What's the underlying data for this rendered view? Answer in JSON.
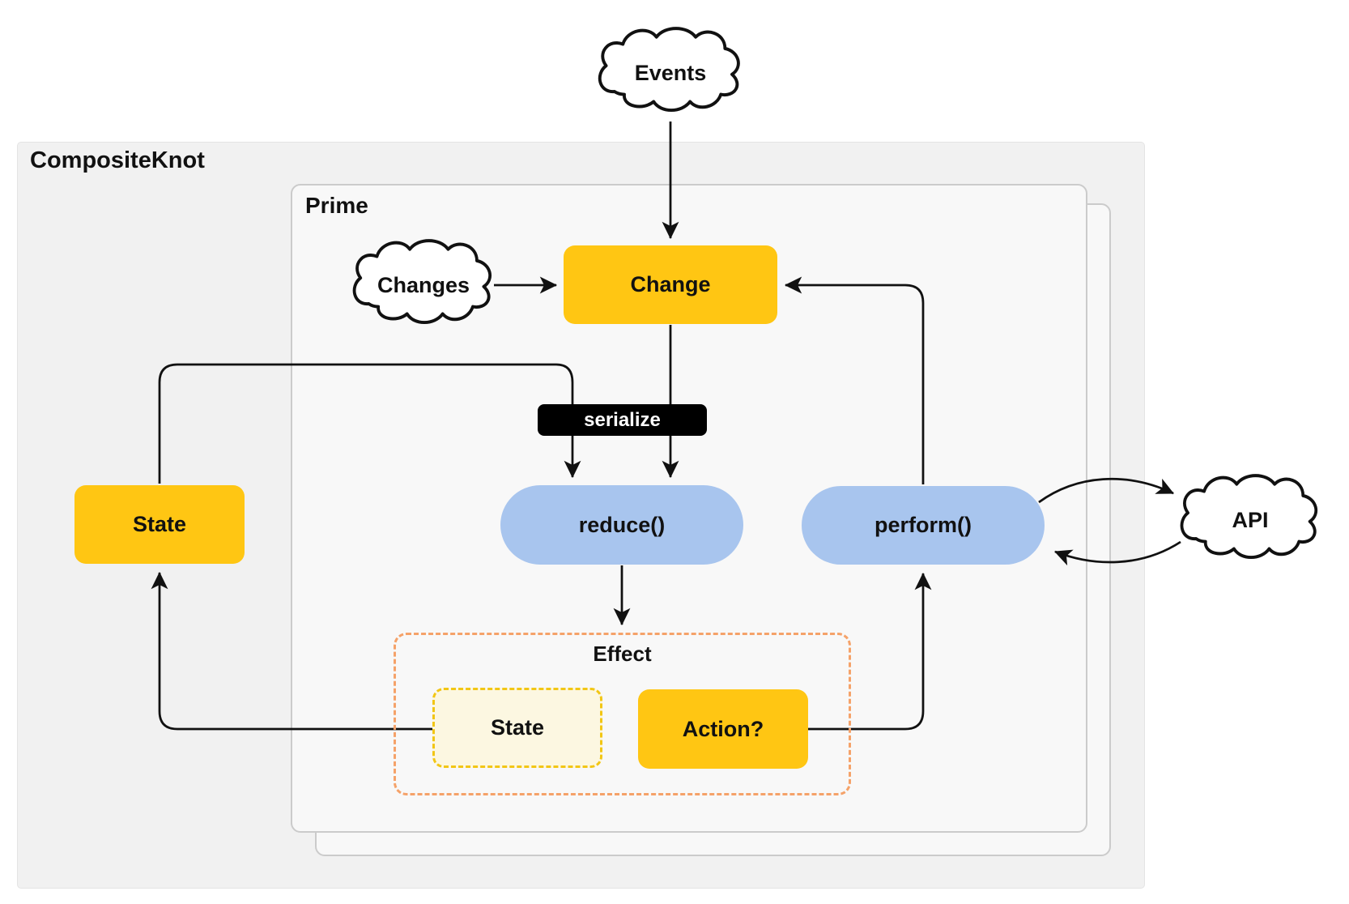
{
  "containers": {
    "composite_knot": {
      "label": "CompositeKnot"
    },
    "prime": {
      "label": "Prime"
    },
    "effect": {
      "label": "Effect"
    }
  },
  "clouds": {
    "events": {
      "label": "Events"
    },
    "changes": {
      "label": "Changes"
    },
    "api": {
      "label": "API"
    }
  },
  "nodes": {
    "change": {
      "label": "Change"
    },
    "serialize": {
      "label": "serialize"
    },
    "reduce": {
      "label": "reduce()"
    },
    "perform": {
      "label": "perform()"
    },
    "state": {
      "label": "State"
    },
    "effect_state": {
      "label": "State"
    },
    "action": {
      "label": "Action?"
    }
  },
  "edges": [
    {
      "from": "events",
      "to": "change"
    },
    {
      "from": "changes",
      "to": "change"
    },
    {
      "from": "perform",
      "to": "change"
    },
    {
      "from": "change",
      "to": "reduce",
      "via": "serialize"
    },
    {
      "from": "state",
      "to": "reduce",
      "via": "serialize"
    },
    {
      "from": "reduce",
      "to": "effect"
    },
    {
      "from": "effect_state",
      "to": "state"
    },
    {
      "from": "action",
      "to": "perform"
    },
    {
      "from": "perform",
      "to": "api"
    },
    {
      "from": "api",
      "to": "perform"
    }
  ],
  "colors": {
    "line": "#111111",
    "accent_yellow": "#FFC613",
    "accent_blue": "#A8C5EE",
    "cream": "#FCF7E1",
    "effect_dash": "#F5A269",
    "state_dash": "#F2C615",
    "panel_gray": "#F1F1F1",
    "prime_fill": "#F8F8F8",
    "prime_border": "#CBCBCB"
  }
}
